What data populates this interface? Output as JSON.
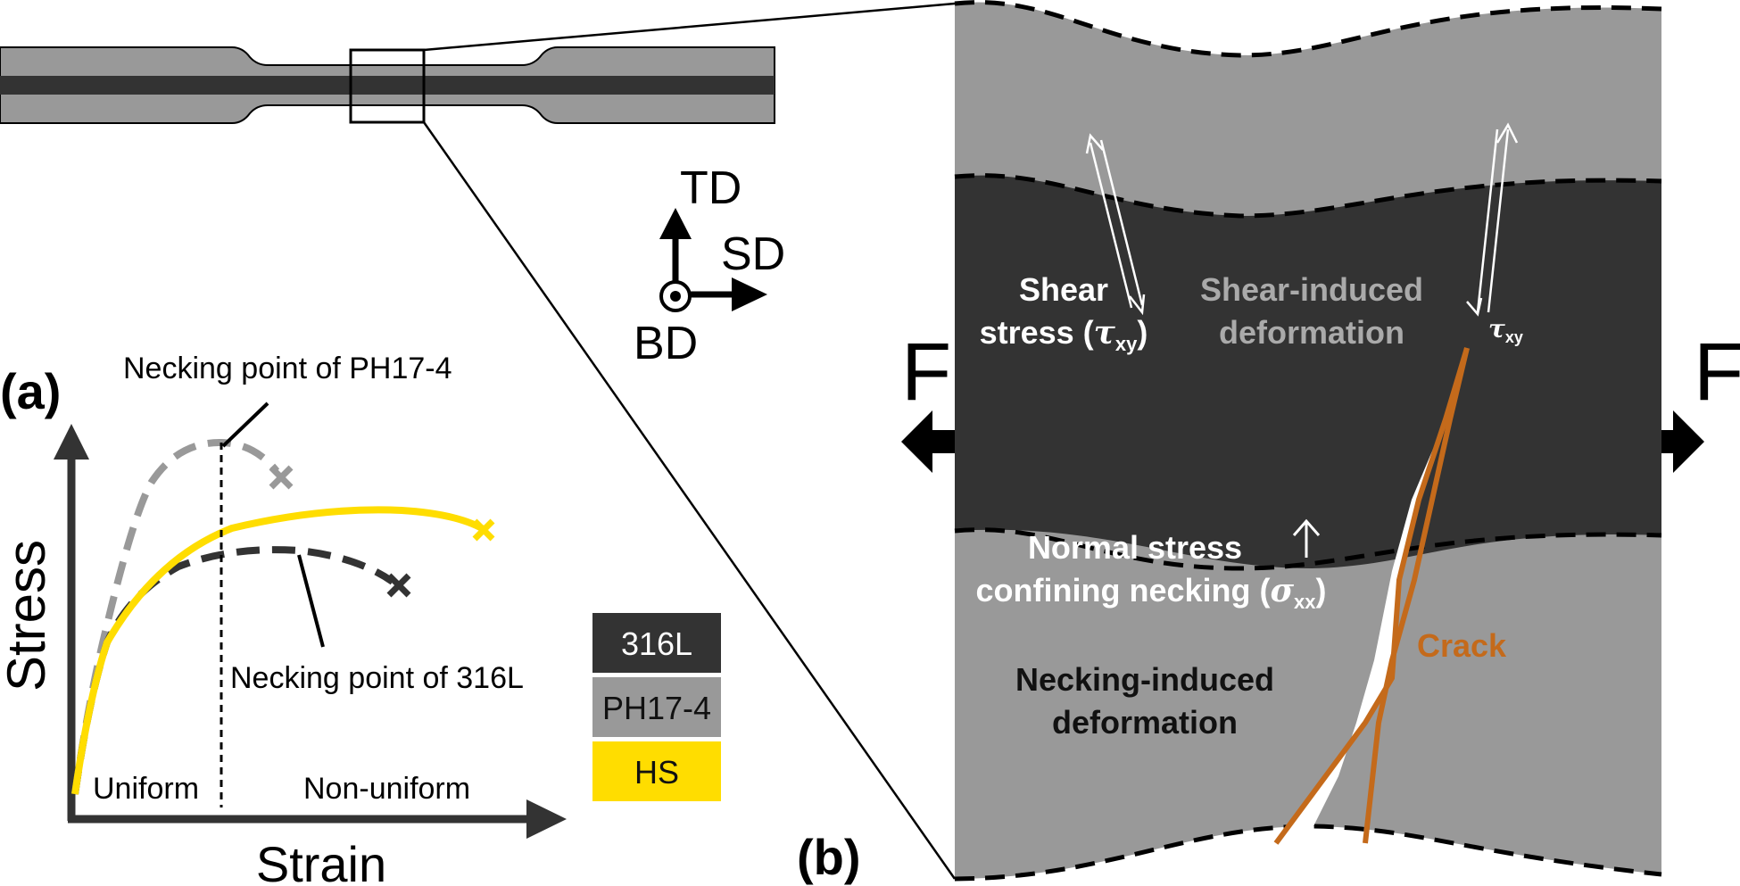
{
  "panel_a": {
    "label": "(a)",
    "y_axis_label": "Stress",
    "x_axis_label": "Strain",
    "necking_label_ph": "Necking point of PH17-4",
    "necking_label_316": "Necking point of 316L",
    "region_uniform": "Uniform",
    "region_nonuniform": "Non-uniform",
    "legend": [
      {
        "label": "316L",
        "color": "#333333",
        "text_color": "#ffffff"
      },
      {
        "label": "PH17-4",
        "color": "#999999",
        "text_color": "#111111"
      },
      {
        "label": "HS",
        "color": "#ffdd00",
        "text_color": "#111111"
      }
    ]
  },
  "panel_b": {
    "label": "(b)",
    "force_left": "F",
    "force_right": "F",
    "shear_stress_line1": "Shear",
    "shear_stress_line2": "stress (",
    "tau_symbol": "τ",
    "tau_sub": "xy",
    "shear_induced_line1": "Shear-induced",
    "shear_induced_line2": "deformation",
    "normal_stress_line1": "Normal stress",
    "normal_stress_line2": "confining necking (",
    "sigma_symbol": "σ",
    "sigma_sub": "xx",
    "necking_induced_line1": "Necking-induced",
    "necking_induced_line2": "deformation",
    "crack_label": "Crack"
  },
  "axes": {
    "td": "TD",
    "sd": "SD",
    "bd": "BD"
  },
  "colors": {
    "dark": "#333333",
    "gray": "#999999",
    "yellow": "#ffdd00",
    "crack": "#c46a1b"
  }
}
